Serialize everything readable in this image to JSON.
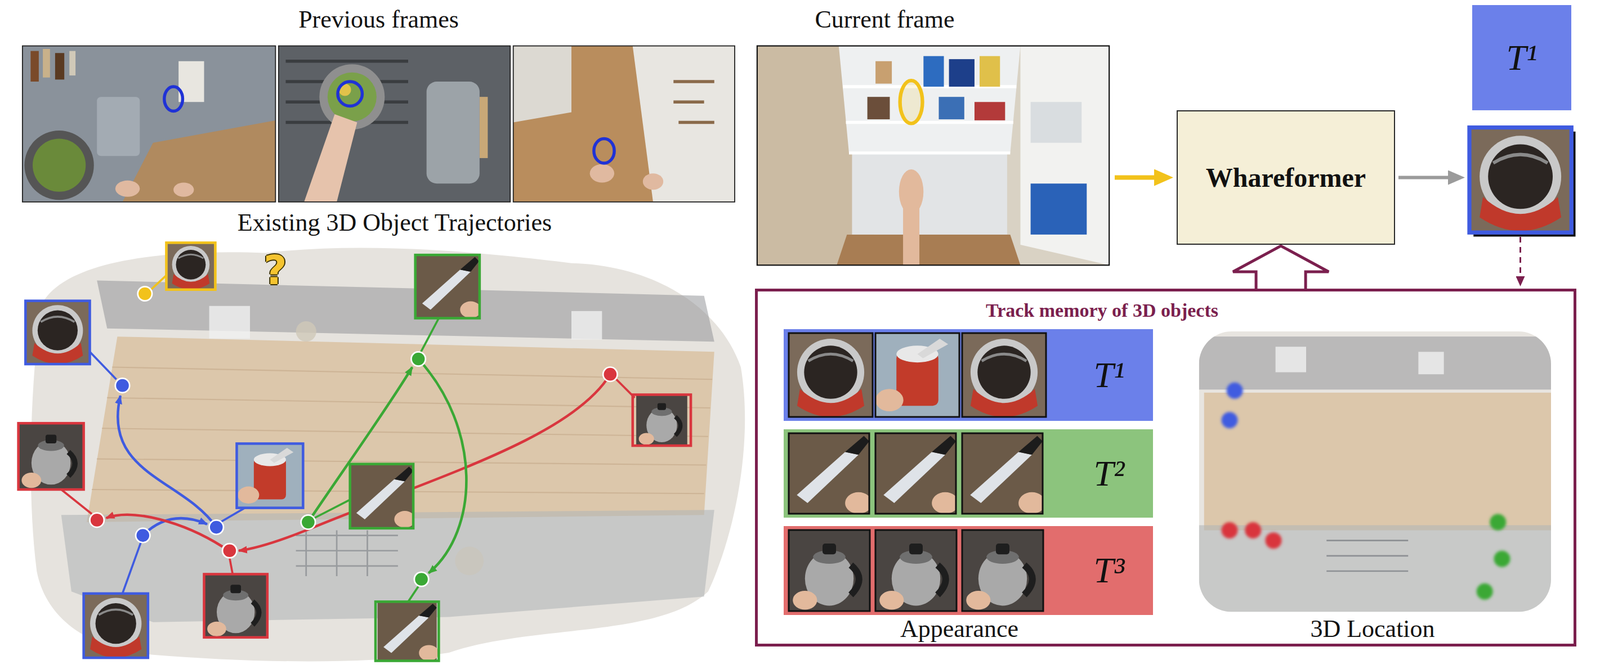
{
  "diagram": {
    "nodes": [
      {
        "text": [
          "Previous frames"
        ]
      },
      {
        "text": [
          "Current frame"
        ]
      },
      {
        "text": [
          "Whareformer"
        ]
      },
      {
        "text": [
          "T¹"
        ]
      },
      {
        "text": [
          "Existing 3D Object Trajectories"
        ]
      },
      {
        "text": [
          "Track memory of 3D objects"
        ]
      },
      {
        "text": [
          "T¹"
        ],
        "in": 5
      },
      {
        "text": [
          "T²"
        ],
        "in": 5
      },
      {
        "text": [
          "T³"
        ],
        "in": 5
      }
    ],
    "edges": [
      {
        "from": 1,
        "to": 2,
        "arrow": "to"
      },
      {
        "from": 2,
        "to": 3,
        "arrow": "to"
      },
      {
        "from": 3,
        "to": 5,
        "arrow": "to"
      },
      {
        "from": 5,
        "to": 2,
        "arrow": "to"
      }
    ],
    "labels": [
      "?",
      "Appearance",
      "3D Location"
    ]
  }
}
